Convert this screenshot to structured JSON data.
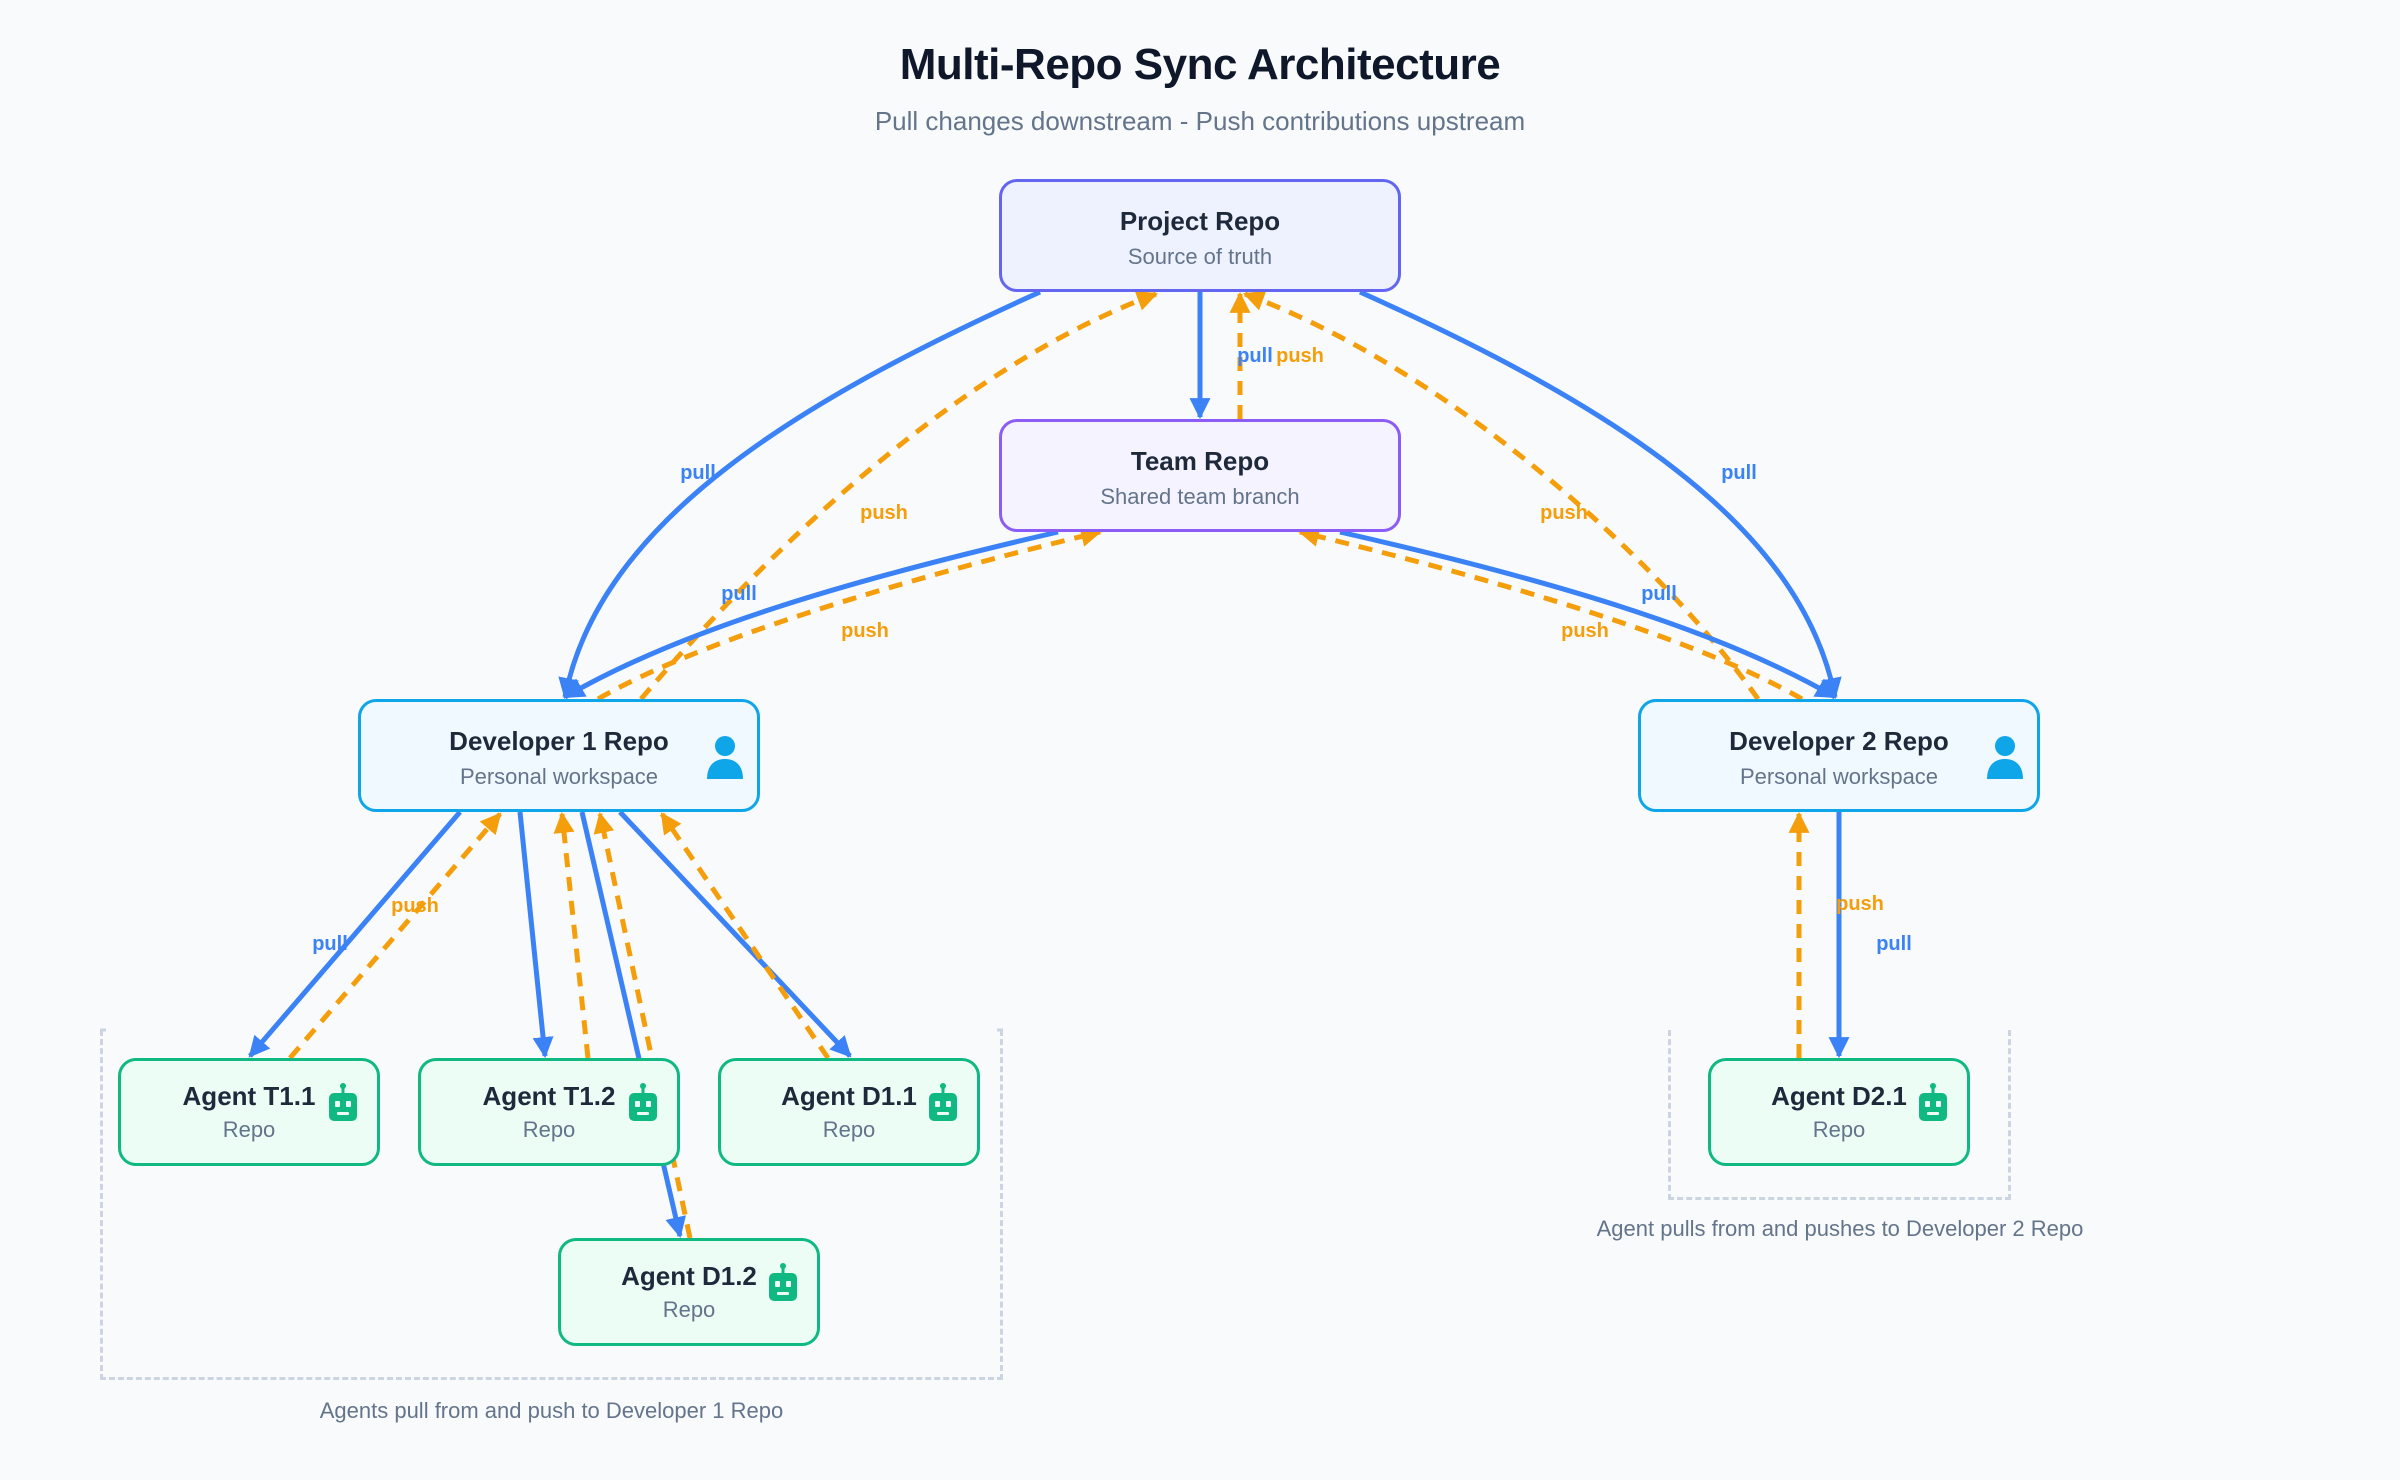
{
  "title": "Multi-Repo Sync Architecture",
  "subtitle": "Pull changes downstream - Push contributions upstream",
  "colors": {
    "pull": "#3b82f6",
    "push": "#f59e0b",
    "project": "#6366f1",
    "team": "#8b5cf6",
    "developer": "#0ea5e9",
    "agent": "#10b981"
  },
  "nodes": {
    "project": {
      "title": "Project Repo",
      "subtitle": "Source of truth"
    },
    "team": {
      "title": "Team Repo",
      "subtitle": "Shared team branch"
    },
    "dev1": {
      "title": "Developer 1 Repo",
      "subtitle": "Personal workspace",
      "icon": "user-icon"
    },
    "dev2": {
      "title": "Developer 2 Repo",
      "subtitle": "Personal workspace",
      "icon": "user-icon"
    },
    "t11": {
      "title": "Agent T1.1",
      "subtitle": "Repo",
      "icon": "robot-icon"
    },
    "t12": {
      "title": "Agent T1.2",
      "subtitle": "Repo",
      "icon": "robot-icon"
    },
    "d11": {
      "title": "Agent D1.1",
      "subtitle": "Repo",
      "icon": "robot-icon"
    },
    "d12": {
      "title": "Agent D1.2",
      "subtitle": "Repo",
      "icon": "robot-icon"
    },
    "d21": {
      "title": "Agent D2.1",
      "subtitle": "Repo",
      "icon": "robot-icon"
    }
  },
  "edge_labels": {
    "pull": "pull",
    "push": "push"
  },
  "edges": [
    {
      "from": "project",
      "to": "dev1",
      "kind": "pull"
    },
    {
      "from": "dev1",
      "to": "project",
      "kind": "push"
    },
    {
      "from": "project",
      "to": "team",
      "kind": "pull"
    },
    {
      "from": "team",
      "to": "project",
      "kind": "push"
    },
    {
      "from": "project",
      "to": "dev2",
      "kind": "pull"
    },
    {
      "from": "dev2",
      "to": "project",
      "kind": "push"
    },
    {
      "from": "team",
      "to": "dev1",
      "kind": "pull"
    },
    {
      "from": "dev1",
      "to": "team",
      "kind": "push"
    },
    {
      "from": "team",
      "to": "dev2",
      "kind": "pull"
    },
    {
      "from": "dev2",
      "to": "team",
      "kind": "push"
    },
    {
      "from": "dev1",
      "to": "t11",
      "kind": "pull"
    },
    {
      "from": "t11",
      "to": "dev1",
      "kind": "push"
    },
    {
      "from": "dev1",
      "to": "t12",
      "kind": "pull"
    },
    {
      "from": "t12",
      "to": "dev1",
      "kind": "push"
    },
    {
      "from": "dev1",
      "to": "d12",
      "kind": "pull"
    },
    {
      "from": "d12",
      "to": "dev1",
      "kind": "push"
    },
    {
      "from": "dev1",
      "to": "d11",
      "kind": "pull"
    },
    {
      "from": "d11",
      "to": "dev1",
      "kind": "push"
    },
    {
      "from": "dev2",
      "to": "d21",
      "kind": "pull"
    },
    {
      "from": "d21",
      "to": "dev2",
      "kind": "push"
    }
  ],
  "groups": {
    "dev1_agents": {
      "caption": "Agents pull from and push to Developer 1 Repo"
    },
    "dev2_agents": {
      "caption": "Agent pulls from and pushes to Developer 2 Repo"
    }
  }
}
